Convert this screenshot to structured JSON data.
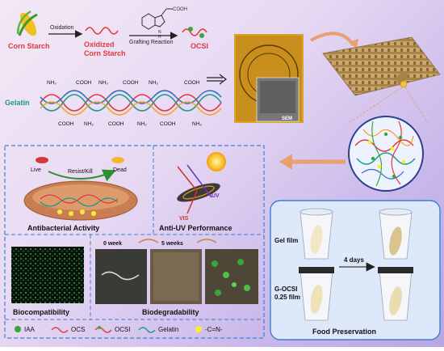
{
  "top": {
    "corn_starch": "Corn Starch",
    "oxidation": "Oxidation",
    "oxidized_line1": "Oxidized",
    "oxidized_line2": "Corn Starch",
    "molecule": "COOH",
    "grafting": "Grafting Reaction",
    "ocsi": "OCSI",
    "nh": "N",
    "nh_h": "H"
  },
  "gelatin": {
    "label": "Gelatin",
    "top_groups": [
      "NH₂",
      "COOH",
      "NH₂",
      "COOH",
      "NH₂",
      "COOH"
    ],
    "bottom_groups": [
      "COOH",
      "NH₂",
      "COOH",
      "NH₂",
      "COOH",
      "NH₂"
    ]
  },
  "photo": {
    "sem": "SEM"
  },
  "panels": {
    "antibacterial": {
      "title": "Antibacterial Activity",
      "live": "Live",
      "dead": "Dead",
      "resist": "Resist/Kill"
    },
    "antiuv": {
      "title": "Anti-UV Performance",
      "uv": "UV",
      "vis": "VIS"
    },
    "biocompat": {
      "title": "Biocompatibility"
    },
    "biodeg": {
      "title": "Biodegradability",
      "week0": "0 week",
      "week5": "5 weeks"
    },
    "food": {
      "title": "Food Preservation",
      "gel_film": "Gel film",
      "gocsi_line1": "G-OCSI",
      "gocsi_line2": "0.25 film",
      "days": "4 days"
    }
  },
  "legend": {
    "items": [
      {
        "label": "IAA",
        "color": "#3aa53a"
      },
      {
        "label": "OCS",
        "color": "#e0393e"
      },
      {
        "label": "OCSI",
        "color": "#e0393e"
      },
      {
        "label": "Gelatin",
        "color": "#1a9a8a"
      },
      {
        "label": "-C=N-",
        "color": "#f4ee3a"
      }
    ]
  },
  "colors": {
    "ocs_red": "#e0393e",
    "gelatin_teal": "#1a9a8a",
    "panel_border": "#3b7fd1",
    "arrow_orange": "#e8a070"
  }
}
